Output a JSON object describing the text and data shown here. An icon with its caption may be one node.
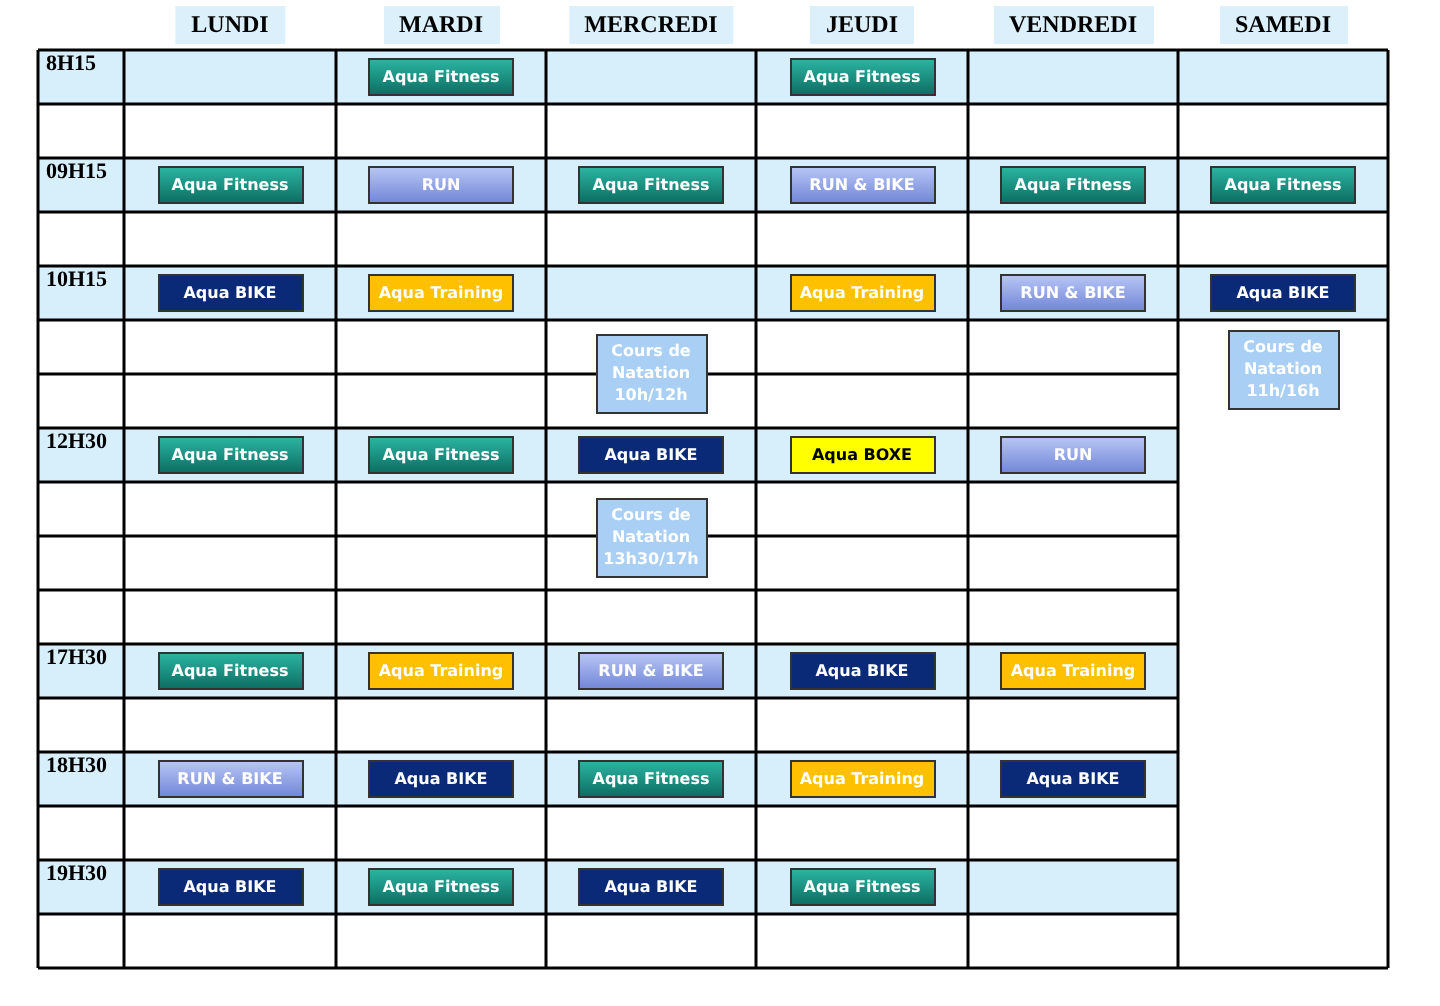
{
  "diagram": {
    "nodes": [
      {
        "text": [
          "Aqua Fitness"
        ]
      },
      {
        "text": [
          "Aqua Fitness"
        ]
      },
      {
        "text": [
          "Aqua Fitness"
        ]
      },
      {
        "text": [
          "RUN"
        ]
      },
      {
        "text": [
          "Aqua Fitness"
        ]
      },
      {
        "text": [
          "RUN & BIKE"
        ]
      },
      {
        "text": [
          "Aqua Fitness"
        ]
      },
      {
        "text": [
          "Aqua Fitness"
        ]
      },
      {
        "text": [
          "Aqua BIKE"
        ]
      },
      {
        "text": [
          "Aqua Training"
        ]
      },
      {
        "text": [
          "Aqua Training"
        ]
      },
      {
        "text": [
          "RUN & BIKE"
        ]
      },
      {
        "text": [
          "Aqua BIKE"
        ]
      },
      {
        "text": [
          "Cours de Natation 10h/12h"
        ]
      },
      {
        "text": [
          "Cours de Natation 11h/16h"
        ]
      },
      {
        "text": [
          "Aqua Fitness"
        ]
      },
      {
        "text": [
          "Aqua Fitness"
        ]
      },
      {
        "text": [
          "Aqua BIKE"
        ]
      },
      {
        "text": [
          "Aqua BOXE"
        ]
      },
      {
        "text": [
          "RUN"
        ]
      },
      {
        "text": [
          "Cours de Natation 13h30/17h"
        ]
      },
      {
        "text": [
          "Aqua Fitness"
        ]
      },
      {
        "text": [
          "Aqua Training"
        ]
      },
      {
        "text": [
          "RUN & BIKE"
        ]
      },
      {
        "text": [
          "Aqua BIKE"
        ]
      },
      {
        "text": [
          "Aqua Training"
        ]
      },
      {
        "text": [
          "RUN & BIKE"
        ]
      },
      {
        "text": [
          "Aqua BIKE"
        ]
      },
      {
        "text": [
          "Aqua Fitness"
        ]
      },
      {
        "text": [
          "Aqua Training"
        ]
      },
      {
        "text": [
          "Aqua BIKE"
        ]
      },
      {
        "text": [
          "Aqua BIKE"
        ]
      },
      {
        "text": [
          "Aqua Fitness"
        ]
      },
      {
        "text": [
          "Aqua BIKE"
        ]
      },
      {
        "text": [
          "Aqua Fitness"
        ]
      }
    ],
    "labels": [
      "LUNDI",
      "MARDI",
      "MERCREDI",
      "JEUDI",
      "VENDREDI",
      "SAMEDI",
      "8H15",
      "09H15",
      "10H15",
      "12H30",
      "17H30",
      "18H30",
      "19H30"
    ]
  }
}
